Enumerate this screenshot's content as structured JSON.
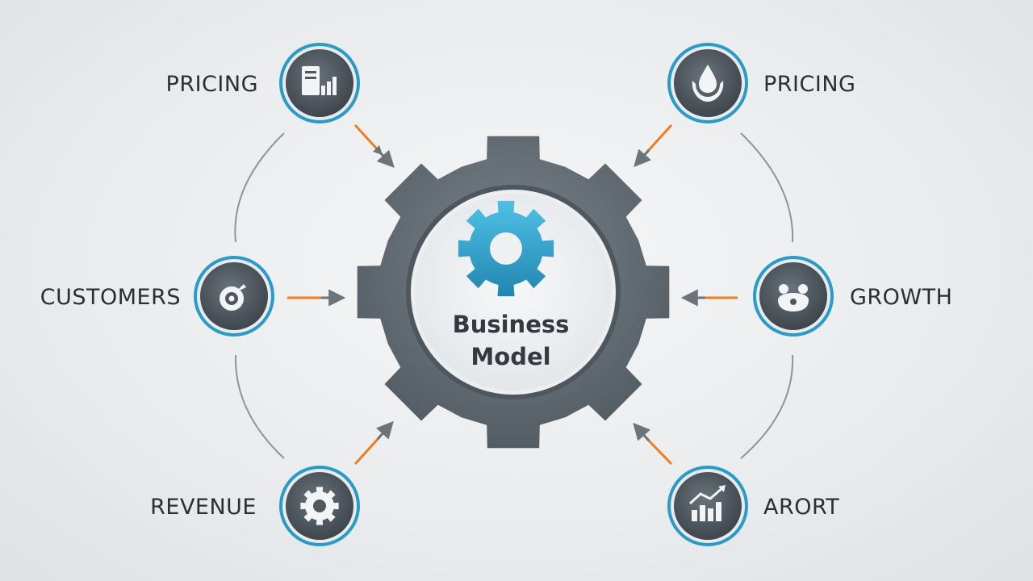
{
  "diagram": {
    "center": {
      "label_line1": "Business",
      "label_line2": "Model",
      "icon": "gear-icon"
    },
    "nodes": [
      {
        "id": "top-left",
        "label": "PRICING",
        "icon": "price-chart-icon"
      },
      {
        "id": "top-right",
        "label": "PRICING",
        "icon": "droplet-icon"
      },
      {
        "id": "mid-left",
        "label": "CUSTOMERS",
        "icon": "target-icon"
      },
      {
        "id": "mid-right",
        "label": "GROWTH",
        "icon": "bear-icon"
      },
      {
        "id": "bottom-left",
        "label": "REVENUE",
        "icon": "cog-icon"
      },
      {
        "id": "bottom-right",
        "label": "ARORT",
        "icon": "growth-chart-icon"
      }
    ],
    "colors": {
      "accent_orange": "#f07d1a",
      "accent_blue": "#2fa3cf",
      "gear_dark": "#5e6770",
      "node_dark": "#4f575f",
      "node_ring": "#2a9bc4"
    }
  }
}
